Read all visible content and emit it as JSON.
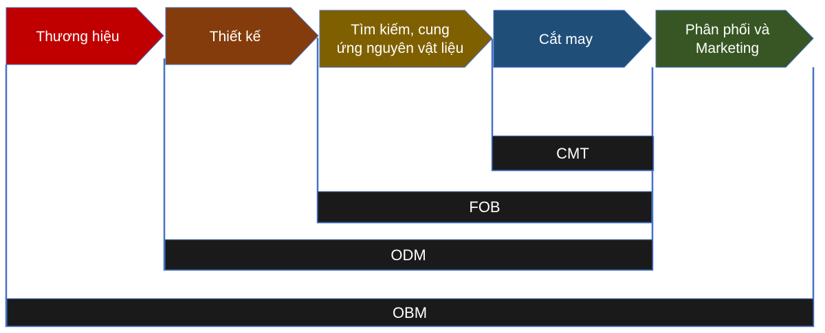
{
  "diagram": {
    "type": "value-chain-scope",
    "colors": {
      "bracket_outline": "#4472C4",
      "bar_fill": "#1A1A1A",
      "label_text": "#FFFFFF"
    },
    "stages": [
      {
        "id": "brand",
        "lines": [
          "Thương hiệu"
        ],
        "color": "#C00000"
      },
      {
        "id": "design",
        "lines": [
          "Thiết kế"
        ],
        "color": "#843C0C"
      },
      {
        "id": "sourcing",
        "lines": [
          "Tìm kiếm, cung",
          "ứng nguyên vật liệu"
        ],
        "color": "#7F6000"
      },
      {
        "id": "cut-make",
        "lines": [
          "Cắt may"
        ],
        "color": "#1F4E79"
      },
      {
        "id": "distribution",
        "lines": [
          "Phân phối và",
          "Marketing"
        ],
        "color": "#375623"
      }
    ],
    "models": [
      {
        "id": "cmt",
        "label": "CMT",
        "from_stage": "cut-make",
        "to_stage": "cut-make"
      },
      {
        "id": "fob",
        "label": "FOB",
        "from_stage": "sourcing",
        "to_stage": "cut-make"
      },
      {
        "id": "odm",
        "label": "ODM",
        "from_stage": "design",
        "to_stage": "cut-make"
      },
      {
        "id": "obm",
        "label": "OBM",
        "from_stage": "brand",
        "to_stage": "distribution"
      }
    ]
  }
}
